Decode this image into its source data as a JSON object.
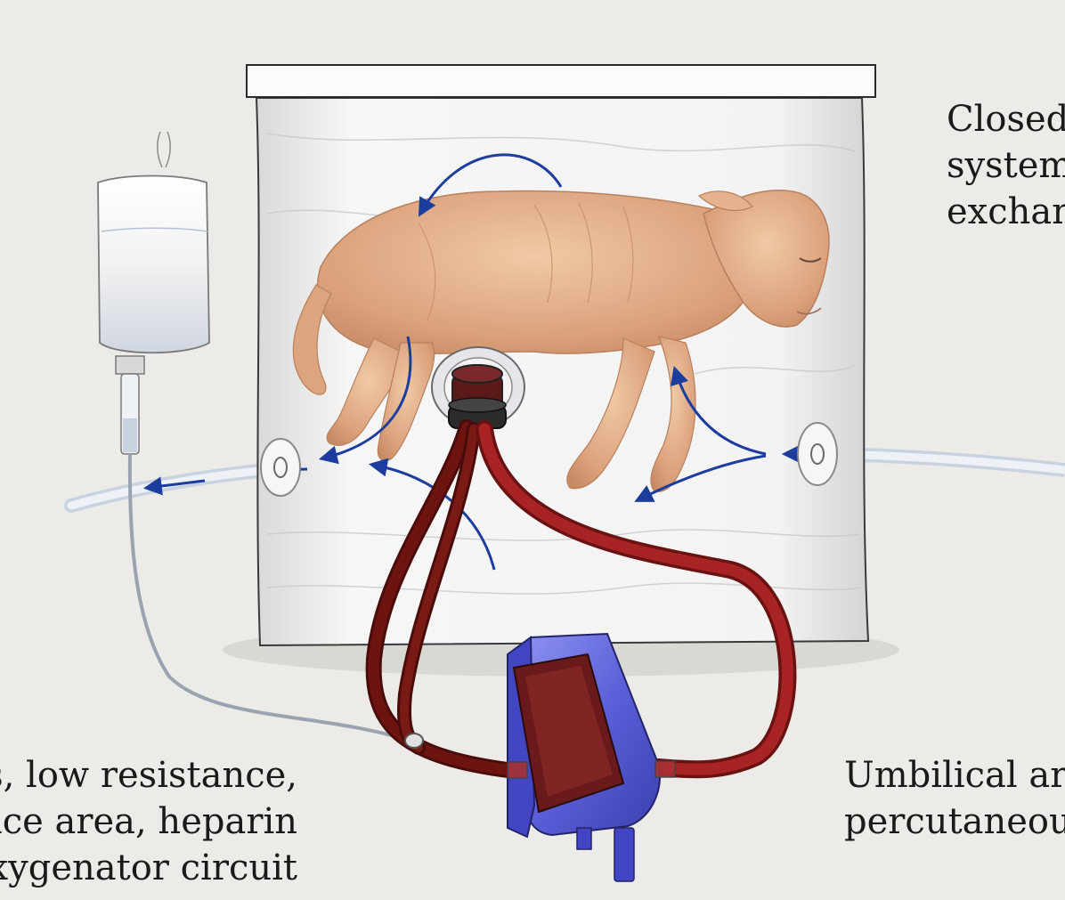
{
  "labels": {
    "closed_system": {
      "lines": [
        "Closed",
        "system",
        "exchan"
      ]
    },
    "oxygenator": {
      "lines": [
        "s, low resistance,",
        "ace area, heparin",
        "xygenator circuit"
      ]
    },
    "umbilical": {
      "lines": [
        "Umbilical ar",
        "percutaneou"
      ]
    }
  },
  "colors": {
    "background": "#ecebe7",
    "bag": "#f4f4f4",
    "lamb": "#e3b28c",
    "arterial_tubing": "#9a1f1f",
    "venous_tubing": "#6e1410",
    "oxygenator": "#5a5fd8",
    "flow_arrows": "#1d3d9e"
  },
  "icons": [
    "fluid-bag-icon",
    "drip-chamber-icon",
    "oxygenator-icon",
    "flow-arrow-icon",
    "port-icon",
    "cannula-connector-icon"
  ]
}
